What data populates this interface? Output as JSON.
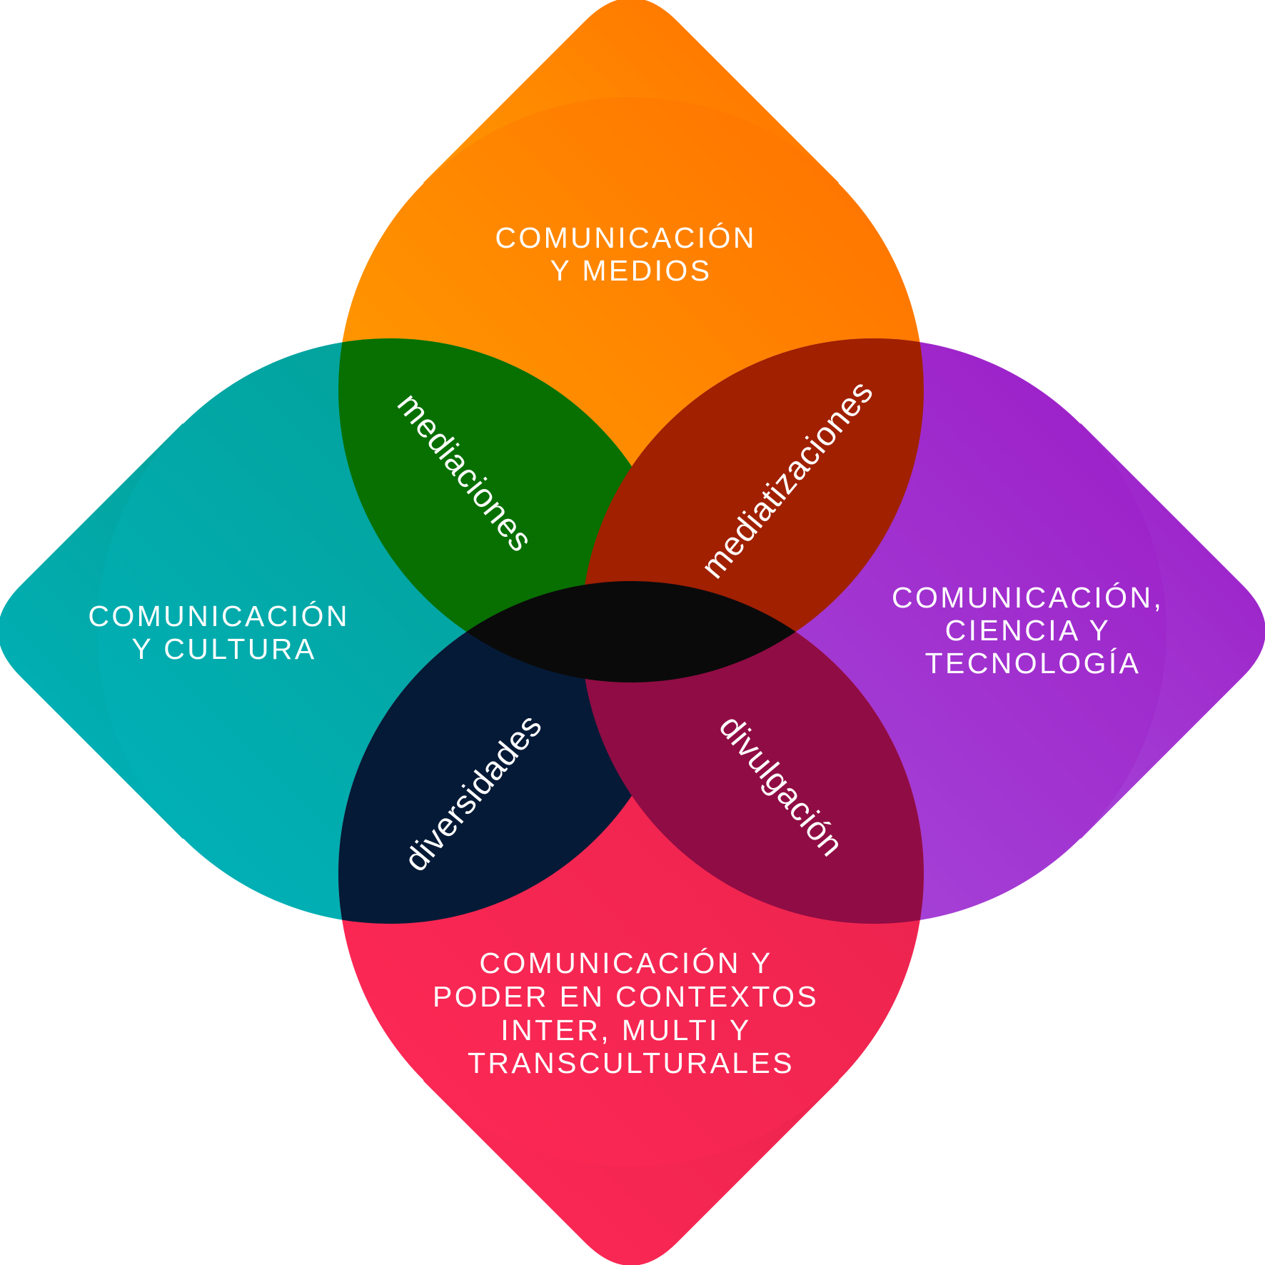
{
  "petals": {
    "top": {
      "lines": [
        "COMUNICACIÓN",
        "Y MEDIOS"
      ],
      "color_start": "#ffa400",
      "color_end": "#ff6f00"
    },
    "left": {
      "lines": [
        "COMUNICACIÓN",
        "Y CULTURA"
      ],
      "color_start": "#00b3bb",
      "color_end": "#049c91"
    },
    "right": {
      "lines": [
        "COMUNICACIÓN,",
        "CIENCIA Y",
        "TECNOLOGÍA"
      ],
      "color_start": "#a84fdc",
      "color_end": "#9b1bc6"
    },
    "bottom": {
      "lines": [
        "COMUNICACIÓN Y",
        "PODER EN CONTEXTOS",
        "INTER, MULTI Y",
        "TRANSCULTURALES"
      ],
      "color_start": "#ff2855",
      "color_end": "#e6234d"
    }
  },
  "overlaps": {
    "top_left": {
      "label": "mediaciones",
      "color": "#087000"
    },
    "top_right": {
      "label": "mediatizaciones",
      "color": "#a02000"
    },
    "bottom_left": {
      "label": "diversidades",
      "color": "#051a36"
    },
    "bottom_right": {
      "label": "divulgación",
      "color": "#900c44"
    }
  },
  "center": {
    "color": "#0a0a0a"
  }
}
